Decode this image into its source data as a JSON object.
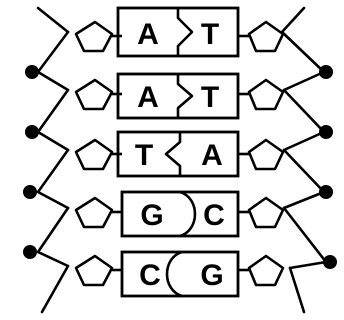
{
  "diagram": {
    "base_pairs": [
      {
        "left": "A",
        "right": "T"
      },
      {
        "left": "A",
        "right": "T"
      },
      {
        "left": "T",
        "right": "A"
      },
      {
        "left": "G",
        "right": "C"
      },
      {
        "left": "C",
        "right": "G"
      }
    ],
    "colors": {
      "ink": "#000000",
      "paper": "#ffffff"
    }
  }
}
